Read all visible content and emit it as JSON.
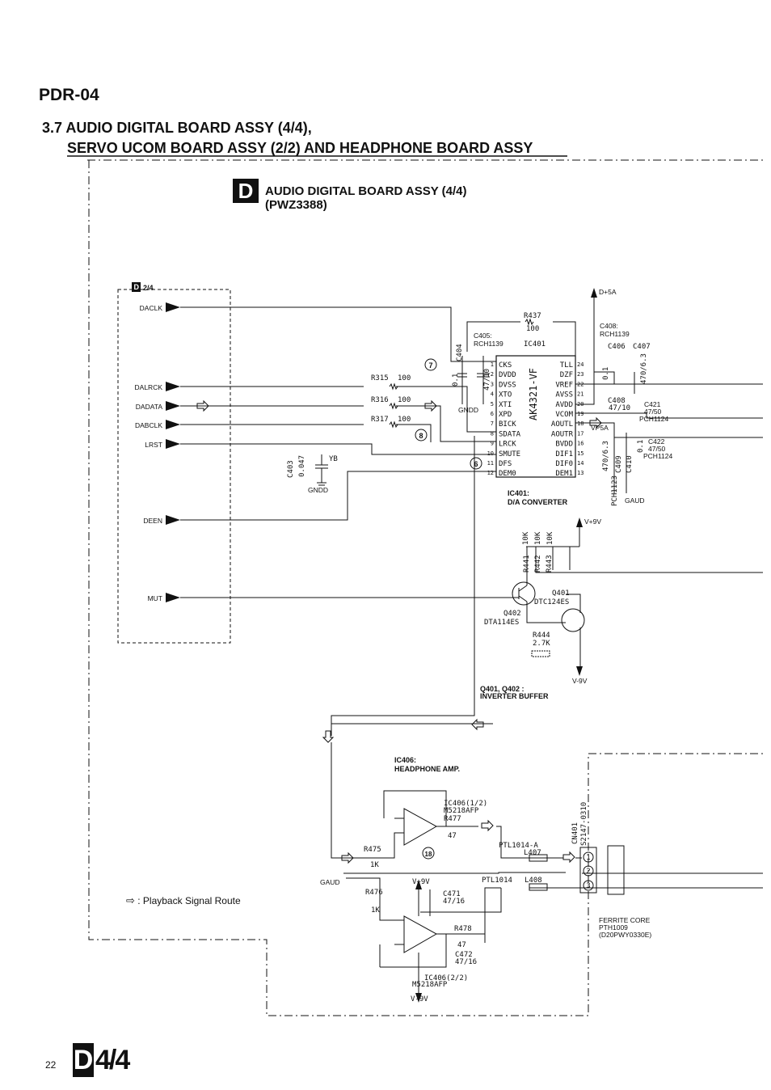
{
  "header": {
    "model": "PDR-04",
    "title_line1": "3.7 AUDIO DIGITAL BOARD ASSY (4/4),",
    "title_line2": "SERVO UCOM BOARD ASSY (2/2) AND HEADPHONE BOARD ASSY"
  },
  "board": {
    "letter": "D",
    "name": "AUDIO DIGITAL BOARD ASSY (4/4)",
    "part": "(PWZ3388)"
  },
  "connector_block": {
    "ref_letter": "D",
    "ref_frac": "2/4",
    "signals": [
      "DACLK",
      "DALRCK",
      "DADATA",
      "DABCLK",
      "LRST",
      "DEEN",
      "MUT"
    ]
  },
  "ic401": {
    "part": "AK4321-VF",
    "caption1": "IC401:",
    "caption2": "D/A CONVERTER",
    "ref": "IC401",
    "left_pins": [
      {
        "name": "CKS",
        "num": "1"
      },
      {
        "name": "DVDD",
        "num": "2"
      },
      {
        "name": "DVSS",
        "num": "3"
      },
      {
        "name": "XTO",
        "num": "4"
      },
      {
        "name": "XTI",
        "num": "5"
      },
      {
        "name": "XPD",
        "num": "6"
      },
      {
        "name": "BICK",
        "num": "7"
      },
      {
        "name": "SDATA",
        "num": "8"
      },
      {
        "name": "LRCK",
        "num": "9"
      },
      {
        "name": "SMUTE",
        "num": "10"
      },
      {
        "name": "DFS",
        "num": "11"
      },
      {
        "name": "DEM0",
        "num": "12"
      }
    ],
    "right_pins": [
      {
        "name": "TLL",
        "num": "24"
      },
      {
        "name": "DZF",
        "num": "23"
      },
      {
        "name": "VREF",
        "num": "22"
      },
      {
        "name": "AVSS",
        "num": "21"
      },
      {
        "name": "AVDD",
        "num": "20"
      },
      {
        "name": "VCOM",
        "num": "19"
      },
      {
        "name": "AOUTL",
        "num": "18"
      },
      {
        "name": "AOUTR",
        "num": "17"
      },
      {
        "name": "BVDD",
        "num": "16"
      },
      {
        "name": "DIF1",
        "num": "15"
      },
      {
        "name": "DIF0",
        "num": "14"
      },
      {
        "name": "DEM1",
        "num": "13"
      }
    ]
  },
  "parts": {
    "r437": "R437",
    "r437_val": "100",
    "r315": "R315",
    "r315_val": "100",
    "r316": "R316",
    "r316_val": "100",
    "r317": "R317",
    "r317_val": "100",
    "c403": "C403",
    "c403_val": "0.047",
    "c403_type": "YB",
    "c404": "C404",
    "c404_val": "0.1",
    "c405": "C405:",
    "c405_part": "RCH1139",
    "c405_val": "47/10",
    "c408": "C408:",
    "c408_part": "RCH1139",
    "c406": "C406",
    "c407": "C407",
    "c408b": "C408",
    "c408b_val": "47/10",
    "c421": "C421",
    "c421_val": "47/50",
    "c421_part": "PCH1124",
    "c422": "C422",
    "c422_val": "47/50",
    "c422_part": "PCH1124",
    "c409": "C409",
    "c410": "C410",
    "c406_val": "0.1",
    "c407_val": "470/6.3",
    "c409_val": "470/6.3",
    "c410_val": "0.1",
    "pch1123": "PCH1123",
    "r441": "R441",
    "r442": "R442",
    "r443": "R443",
    "r44x_val": "10K",
    "q401": "Q401",
    "q401_part": "DTC124ES",
    "q402": "Q402",
    "q402_part": "DTA114ES",
    "r444": "R444",
    "r444_val": "2.7K",
    "q_caption1": "Q401, Q402 :",
    "q_caption2": "INVERTER BUFFER",
    "ic406_caption1": "IC406:",
    "ic406_caption2": "HEADPHONE AMP.",
    "ic406a": "IC406(1/2)",
    "ic406a_part": "M5218AFP",
    "ic406b": "IC406(2/2)",
    "ic406b_part": "M5218AFP",
    "r477": "R477",
    "r477_val": "47",
    "r478": "R478",
    "r478_val": "47",
    "r475": "R475",
    "r475_val": "1K",
    "r476": "R476",
    "r476_val": "1K",
    "c471": "C471",
    "c471_val": "47/16",
    "c472": "C472",
    "c472_val": "47/16",
    "l407": "L407",
    "l408": "L408",
    "ptl_a": "PTL1014-A",
    "ptl": "PTL1014",
    "cn401": "CN401",
    "cn401_part": "S2147-0310",
    "ferrite1": "FERRITE CORE",
    "ferrite2": "PTH1009",
    "ferrite3": "(D20PWY0330E)"
  },
  "nets": {
    "dp5a": "D+5A",
    "vp9v": "V+9V",
    "vm9v": "V-9V",
    "vp9v_b": "V+9V",
    "vm9v_b": "V-9V",
    "gndd": "GNDD",
    "gndd2": "GNDD",
    "gaud": "GAUD",
    "gaud2": "GAUD",
    "vp5a": "VP5A"
  },
  "markers": [
    "7",
    "8",
    "6",
    "18"
  ],
  "pins_cn": [
    "1",
    "2",
    "3"
  ],
  "legend": ": Playback Signal Route",
  "footer": {
    "page_number": "22",
    "badge_letter": "D",
    "badge_frac": "4/4"
  }
}
